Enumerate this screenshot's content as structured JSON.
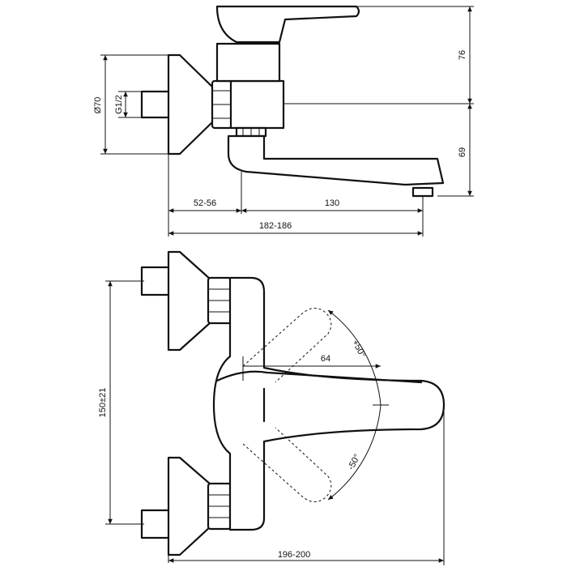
{
  "side_view": {
    "dim_height_upper": "76",
    "dim_height_lower": "69",
    "dim_flange_diameter": "Ø70",
    "dim_thread": "G1/2",
    "dim_wall_offset": "52-56",
    "dim_spout_reach": "130",
    "dim_total_reach": "182-186"
  },
  "top_view": {
    "dim_inlet_spacing": "150±21",
    "dim_lever_length": "64",
    "dim_rotation_plus": "+50°",
    "dim_rotation_minus": "-50°",
    "dim_total_depth": "196-200"
  },
  "colors": {
    "line": "#111111",
    "background": "#ffffff"
  }
}
